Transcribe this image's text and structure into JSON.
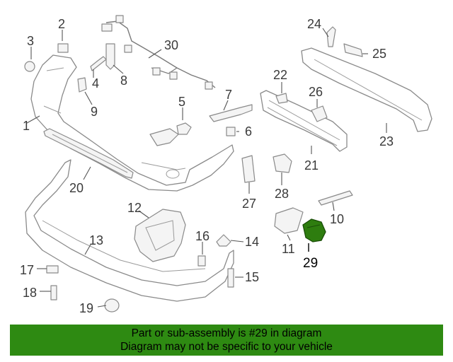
{
  "diagram": {
    "callouts": [
      "1",
      "2",
      "3",
      "4",
      "5",
      "6",
      "7",
      "8",
      "9",
      "10",
      "11",
      "12",
      "13",
      "14",
      "15",
      "16",
      "17",
      "18",
      "19",
      "20",
      "21",
      "22",
      "23",
      "24",
      "25",
      "26",
      "27",
      "28",
      "29",
      "30"
    ],
    "highlighted_part": "29",
    "highlight_color": "#2e7d0f"
  },
  "banner": {
    "line1": "Part or sub-assembly is #29 in diagram",
    "line2": "Diagram may not be specific to your vehicle",
    "background": "#2e8a12"
  }
}
